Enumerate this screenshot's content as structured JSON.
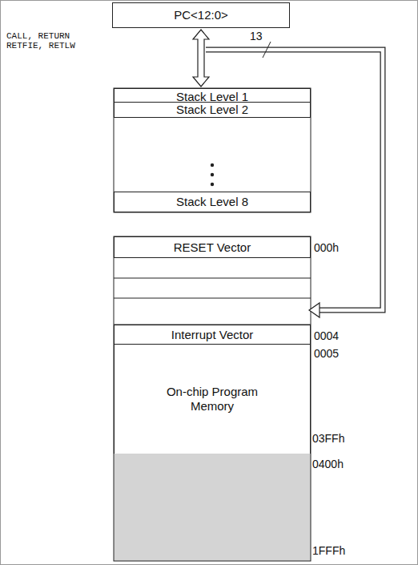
{
  "diagram": {
    "nodes": [
      {
        "text": [
          "PC<12:0>"
        ]
      },
      {
        "text": [
          "Stack Level 1"
        ]
      },
      {
        "text": [
          "Stack Level 2"
        ]
      },
      {
        "text": [
          "Stack Level 8"
        ]
      },
      {
        "text": [
          "RESET Vector"
        ]
      },
      {
        "text": [
          "Interrupt Vector"
        ]
      },
      {
        "text": [
          "On-chip Program Memory"
        ]
      }
    ],
    "edges": [
      {
        "from": 0,
        "to": 1,
        "arrow": "both"
      }
    ],
    "labels": [
      "CALL, RETURN",
      "RETFIE, RETLW",
      "13",
      "000h",
      "0004",
      "0005",
      "03FFh",
      "0400h",
      "1FFFh"
    ]
  }
}
